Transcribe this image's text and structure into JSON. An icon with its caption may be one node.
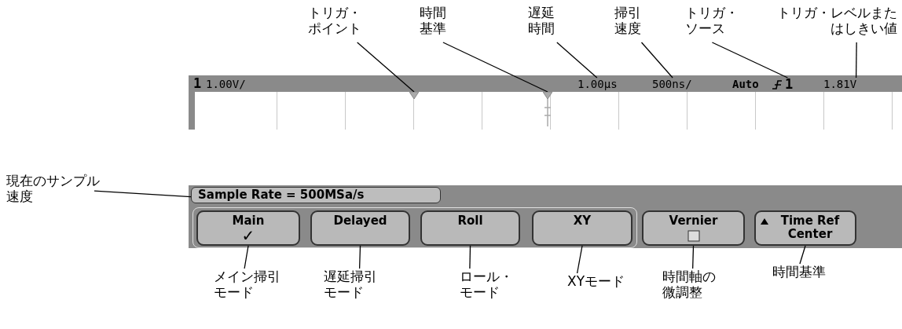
{
  "diagram": {
    "nodes": [
      {
        "text": [
          "トリガ・ポイント"
        ]
      },
      {
        "text": [
          "時間基準"
        ]
      },
      {
        "text": [
          "遅延時間"
        ]
      },
      {
        "text": [
          "掃引速度"
        ]
      },
      {
        "text": [
          "トリガ・ソース"
        ]
      },
      {
        "text": [
          "トリガ・レベルまたはしきい値"
        ]
      },
      {
        "text": [],
        "shape": "triangle"
      },
      {
        "text": [],
        "shape": "triangle"
      },
      {
        "text": [
          "1.00µs"
        ]
      },
      {
        "text": [
          "500ns/"
        ]
      },
      {
        "text": [
          "1"
        ]
      },
      {
        "text": [
          "1.81V"
        ]
      },
      {
        "text": [
          "現在のサンプル速度"
        ]
      },
      {
        "text": [
          "Sample Rate = 500MSa/s"
        ]
      },
      {
        "text": [
          "Main",
          "✓"
        ]
      },
      {
        "text": [
          "Delayed"
        ]
      },
      {
        "text": [
          "Roll"
        ]
      },
      {
        "text": [
          "XY"
        ]
      },
      {
        "text": [
          "Vernier"
        ]
      },
      {
        "text": [
          "Time Ref Center"
        ]
      },
      {
        "text": [
          "メイン掃引モード"
        ]
      },
      {
        "text": [
          "遅延掃引モード"
        ]
      },
      {
        "text": [
          "ロール・モード"
        ]
      },
      {
        "text": [
          "XYモード"
        ]
      },
      {
        "text": [
          "時間軸の微調整"
        ]
      },
      {
        "text": [
          "時間基準"
        ]
      }
    ],
    "edges": [
      {
        "from": 0,
        "to": 6,
        "arrow": "none"
      },
      {
        "from": 1,
        "to": 7,
        "arrow": "none"
      },
      {
        "from": 2,
        "to": 8,
        "arrow": "none"
      },
      {
        "from": 3,
        "to": 9,
        "arrow": "none"
      },
      {
        "from": 4,
        "to": 10,
        "arrow": "none"
      },
      {
        "from": 5,
        "to": 11,
        "arrow": "none"
      },
      {
        "from": 12,
        "to": 13,
        "arrow": "none"
      },
      {
        "from": 20,
        "to": 14,
        "arrow": "none"
      },
      {
        "from": 21,
        "to": 15,
        "arrow": "none"
      },
      {
        "from": 22,
        "to": 16,
        "arrow": "none"
      },
      {
        "from": 23,
        "to": 17,
        "arrow": "none"
      },
      {
        "from": 24,
        "to": 18,
        "arrow": "none"
      },
      {
        "from": 25,
        "to": 19,
        "arrow": "none"
      }
    ],
    "labels": [
      "1",
      "1.00V/",
      "Auto"
    ]
  }
}
